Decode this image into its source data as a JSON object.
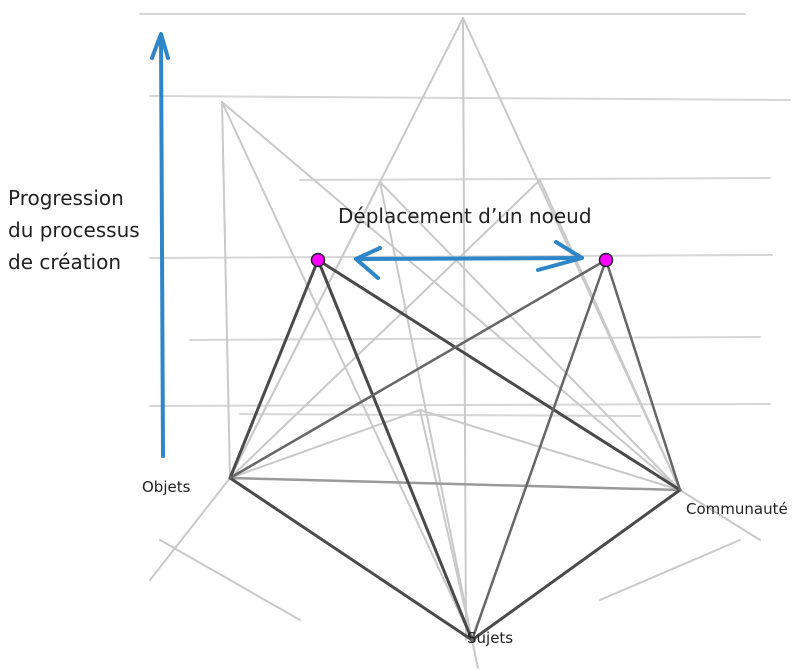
{
  "diagram": {
    "y_axis_label": [
      "Progression",
      "du processus",
      "de création"
    ],
    "move_label": "Déplacement d’un noeud",
    "nodes": {
      "objets": "Objets",
      "communaute": "Communauté",
      "sujets": "Sujets"
    },
    "colors": {
      "arrow": "#2e86c8",
      "edges": "#4a4a4a",
      "sketch": "#c8c8c8",
      "node_fill": "#ff00ff",
      "node_stroke": "#222222"
    }
  }
}
